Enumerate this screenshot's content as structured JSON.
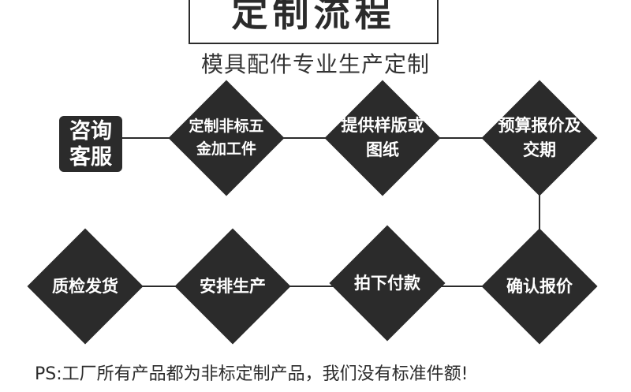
{
  "header": {
    "title": "定制流程",
    "subtitle": "模具配件专业生产定制"
  },
  "consult": {
    "label": "咨询客服"
  },
  "steps": [
    {
      "label": "定制非标五金加工件"
    },
    {
      "label": "提供样版或图纸"
    },
    {
      "label": "预算报价及交期"
    },
    {
      "label": "确认报价"
    },
    {
      "label": "拍下付款"
    },
    {
      "label": "安排生产"
    },
    {
      "label": "质检发货"
    }
  ],
  "footer": {
    "note": "PS:工厂所有产品都为非标定制产品，我们没有标准件额!"
  },
  "colors": {
    "node": "#2b2b2b",
    "text_on_node": "#ffffff",
    "background": "#ffffff"
  }
}
